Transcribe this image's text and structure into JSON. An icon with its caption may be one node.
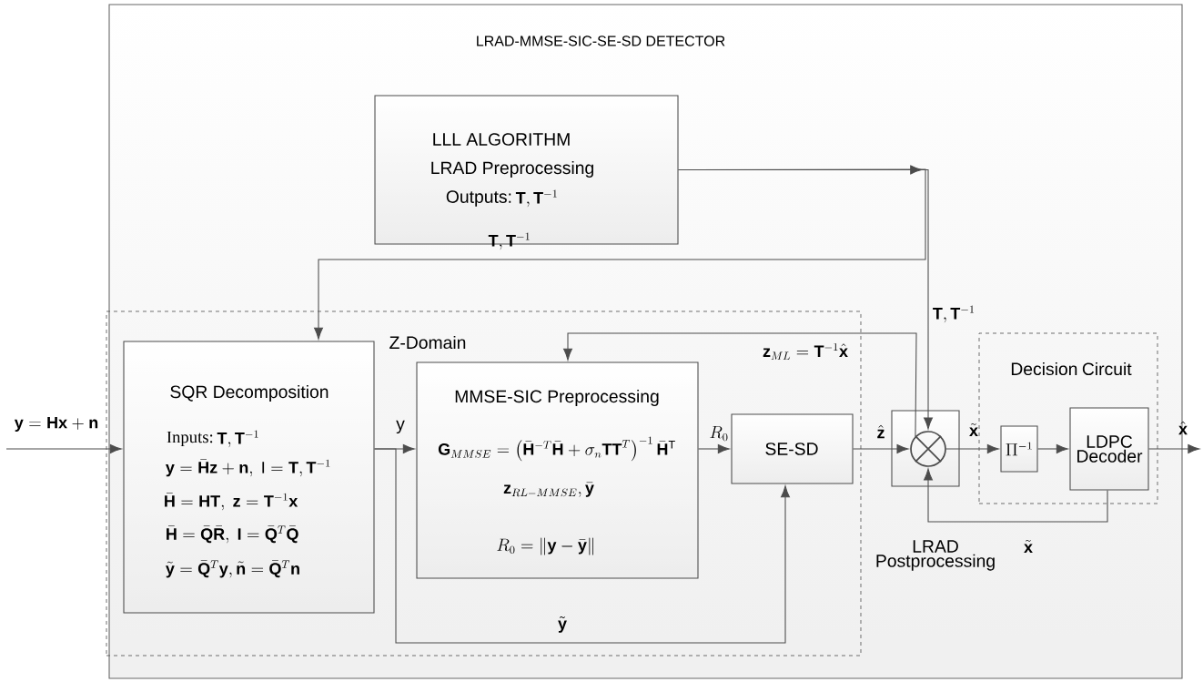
{
  "diagram": {
    "nodes": [
      {
        "text": [
          "LRAD-MMSE-SIC-SE-SD DETECTOR"
        ]
      },
      {
        "text": [
          "LLL ALGORITHM",
          "LRAD Preprocessing",
          "Outputs:",
          "\\mathbf{T},\\mathbf{T}^{-1}"
        ],
        "in": 0
      },
      {
        "text": [
          "Z-Domain"
        ],
        "in": 0
      },
      {
        "text": [
          "SQR Decomposition",
          "Inputs:",
          "\\mathbf{T},\\mathbf{T}^{-1}",
          "\\mathbf{y}=\\bar{\\mathbf{H}}\\mathbf{z}+\\mathbf{n},\\ \\mathrm{I}=\\mathbf{T},\\mathbf{T}^{-1}",
          "\\bar{\\mathbf{H}}=\\mathbf{HT},\\ \\mathbf{z}=\\mathbf{T}^{-1}\\mathbf{x}",
          "\\bar{\\mathbf{H}}=\\bar{\\mathbf{Q}}\\bar{\\mathbf{R}},\\ \\mathbf{I}=\\bar{\\mathbf{Q}}^{T}\\bar{\\mathbf{Q}}",
          "\\tilde{\\mathbf{y}}=\\bar{\\mathbf{Q}}^{T}\\mathbf{y},\\tilde{\\mathbf{n}}=\\bar{\\mathbf{Q}}^{T}\\mathbf{n}"
        ],
        "in": 2
      },
      {
        "text": [
          "MMSE-SIC Preprocessing",
          "\\mathbf{G}_{MMSE}=\\left(\\bar{\\mathbf{H}}^{-T}\\bar{\\mathbf{H}}+\\sigma_{n}\\mathbf{TT}^{T}\\right)^{-1}\\bar{\\mathbf{H}}^{\\mathrm{T}}",
          "\\mathbf{z}_{RL-MMSE},\\bar{\\mathbf{y}}",
          "R_{0}=\\left\\|\\mathbf{y}-\\bar{\\mathbf{y}}\\right\\|"
        ],
        "in": 2
      },
      {
        "text": [
          "SE-SD"
        ],
        "in": 2
      },
      {
        "text": [],
        "shape": "circle",
        "in": 0
      },
      {
        "text": [
          "Decision Circuit"
        ],
        "in": 0
      },
      {
        "text": [
          "\\Pi^{-1}"
        ],
        "in": 7
      },
      {
        "text": [
          "LDPC Decoder"
        ],
        "in": 7
      }
    ],
    "edges": [
      {
        "from": 1,
        "to": 6,
        "arrow": "to",
        "label": "\\mathbf{T},\\mathbf{T}^{-1}"
      },
      {
        "from": 1,
        "to": 3,
        "arrow": "to",
        "label": "\\mathbf{T},\\mathbf{T}^{-1}"
      },
      {
        "from": null,
        "to": 3,
        "arrow": "to",
        "label": "\\mathbf{y}=\\mathbf{Hx}+\\mathbf{n}"
      },
      {
        "from": 3,
        "to": 4,
        "arrow": "to",
        "label": "y"
      },
      {
        "from": 3,
        "to": 5,
        "arrow": "to",
        "label": "\\tilde{\\mathbf{y}}"
      },
      {
        "from": 4,
        "to": 5,
        "arrow": "to",
        "label": "R_{0}"
      },
      {
        "from": 5,
        "to": 6,
        "arrow": "to",
        "label": "\\hat{\\mathbf{z}}"
      },
      {
        "from": 6,
        "to": 4,
        "arrow": "to",
        "label": "\\mathbf{z}_{ML}=\\mathbf{T}^{-1}\\hat{\\mathbf{x}}"
      },
      {
        "from": 6,
        "to": 8,
        "arrow": "to",
        "label": "\\tilde{\\mathbf{x}}"
      },
      {
        "from": 8,
        "to": 9,
        "arrow": "to"
      },
      {
        "from": 9,
        "to": 6,
        "arrow": "to",
        "label": "\\tilde{\\mathbf{x}}"
      },
      {
        "from": 9,
        "to": null,
        "arrow": "to",
        "label": "\\hat{\\mathbf{x}}"
      }
    ],
    "labels": [
      "LRAD Postprocessing"
    ]
  }
}
